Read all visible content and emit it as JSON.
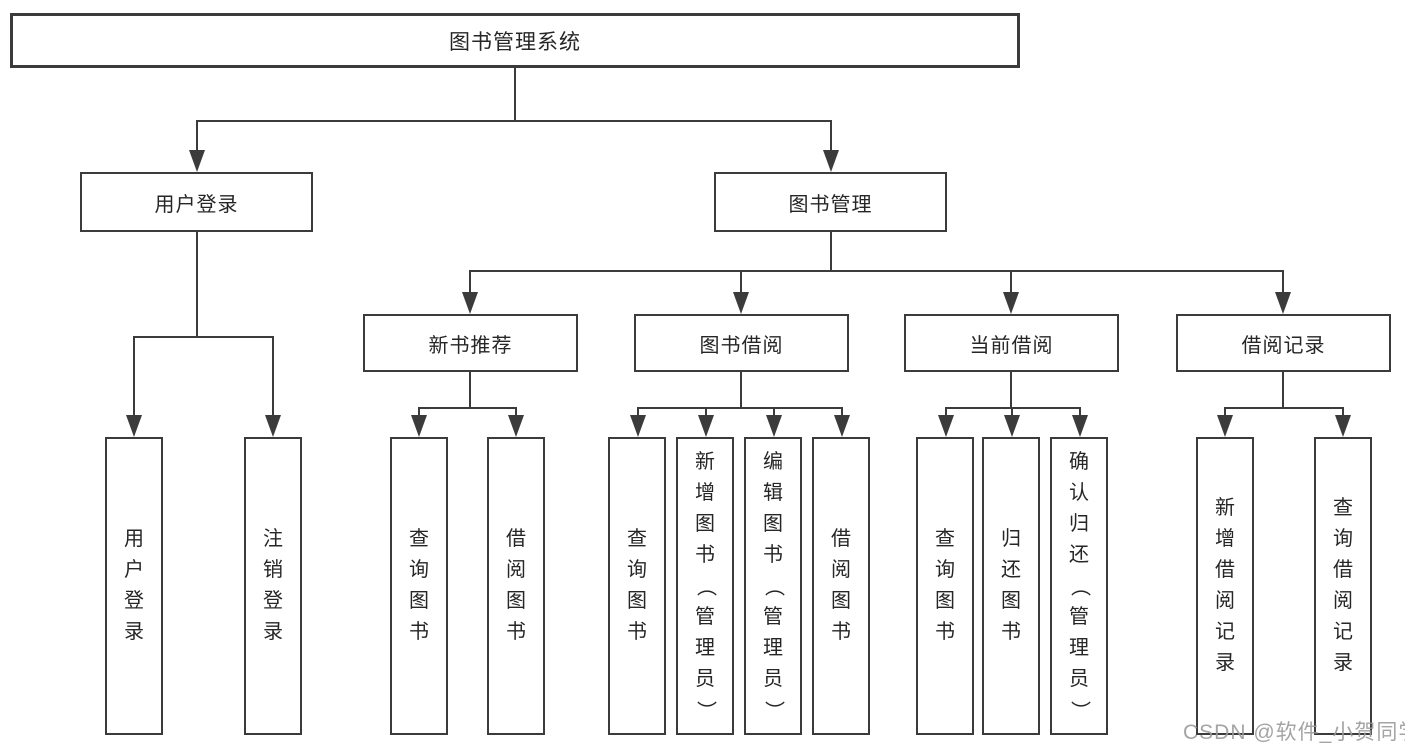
{
  "root": {
    "label": "图书管理系统"
  },
  "level2": [
    {
      "label": "用户登录"
    },
    {
      "label": "图书管理"
    }
  ],
  "level3": [
    {
      "label": "新书推荐"
    },
    {
      "label": "图书借阅"
    },
    {
      "label": "当前借阅"
    },
    {
      "label": "借阅记录"
    }
  ],
  "leaves": {
    "user": [
      "用户登录",
      "注销登录"
    ],
    "recommend": [
      "查询图书",
      "借阅图书"
    ],
    "borrow": [
      "查询图书",
      "新增图书（管理员）",
      "编辑图书（管理员）",
      "借阅图书"
    ],
    "current": [
      "查询图书",
      "归还图书",
      "确认归还（管理员）"
    ],
    "record": [
      "新增借阅记录",
      "查询借阅记录"
    ]
  },
  "watermark": "CSDN @软件_小贺同学",
  "colors": {
    "line": "#3b3b3b",
    "text": "#262626",
    "background": "#ffffff",
    "watermark_text": "#9b9b9b"
  }
}
